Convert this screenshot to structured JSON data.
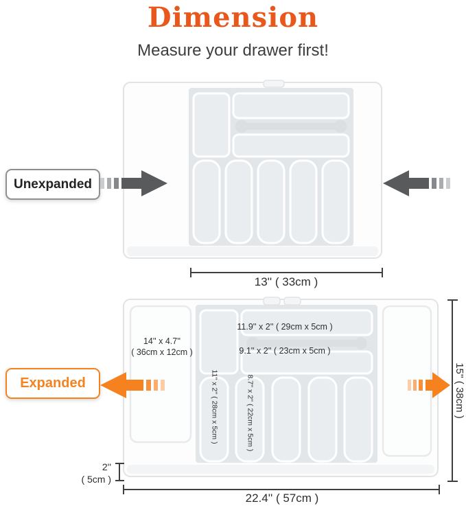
{
  "header": {
    "title": "Dimension",
    "subtitle": "Measure your drawer first!"
  },
  "colors": {
    "title_orange": "#E8581C",
    "accent_orange": "#F5821F",
    "arrow_dark": "#595A5C",
    "dimension_line": "#3F3F3F",
    "tray_gray": "#E3E6E8"
  },
  "unexpanded": {
    "label": "Unexpanded",
    "width": "13'' ( 33cm )"
  },
  "expanded": {
    "label": "Expanded",
    "dims": {
      "top_compartment": "11.9'' x 2'' ( 29cm x 5cm )",
      "left_compartment_line1": "14'' x 4.7''",
      "left_compartment_line2": "( 36cm x 12cm )",
      "middle_compartment": "9.1'' x 2'' ( 23cm x 5cm )",
      "slot_1": "11'' x 2'' ( 28cm x 5cm )",
      "slot_2": "8.7'' x 2'' ( 22cm x 5cm )",
      "height": "15'' ( 38cm )",
      "base_height_line1": "2''",
      "base_height_line2": "( 5cm )",
      "total_width": "22.4'' ( 57cm )"
    }
  }
}
